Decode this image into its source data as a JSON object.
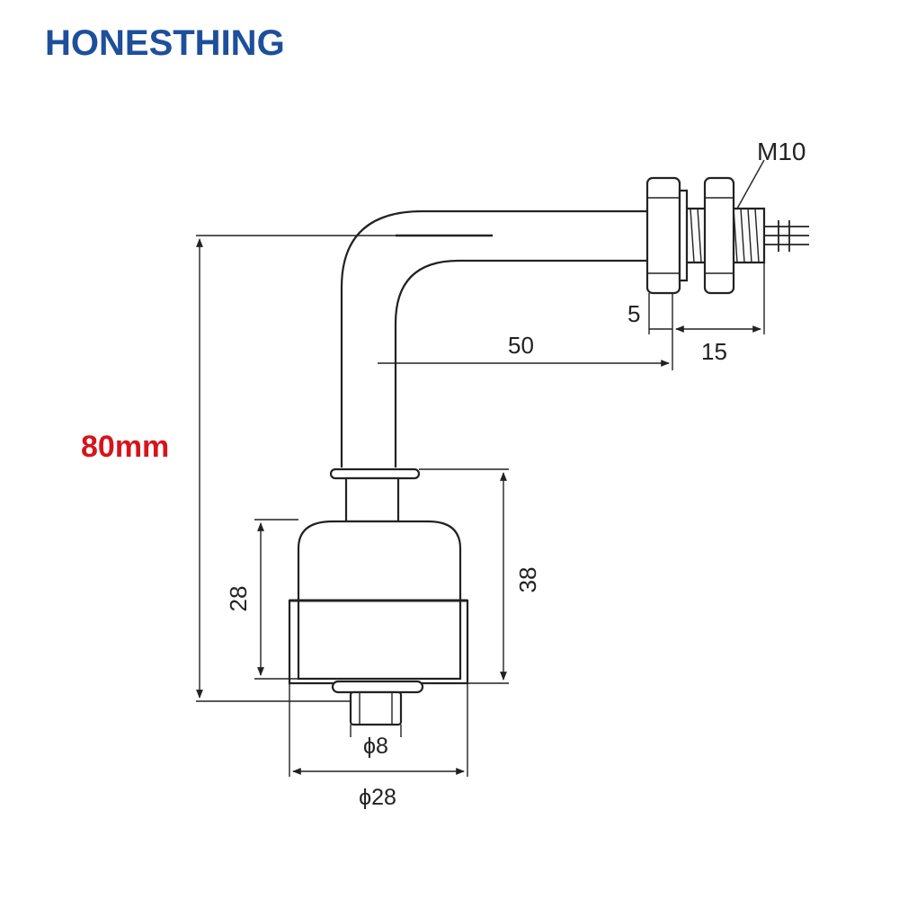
{
  "brand": {
    "name": "HONESTHING",
    "color": "#1d4f9c"
  },
  "diagram": {
    "total_length_label": "80mm",
    "total_length_color": "#d6141b",
    "thread_label": "M10",
    "nut_gap_label": "5",
    "horizontal_length_label": "50",
    "thread_length_label": "15",
    "float_height_label": "28",
    "float_total_height_label": "38",
    "stem_diameter_label": "ϕ8",
    "float_diameter_label": "ϕ28",
    "line_color": "#222222"
  }
}
